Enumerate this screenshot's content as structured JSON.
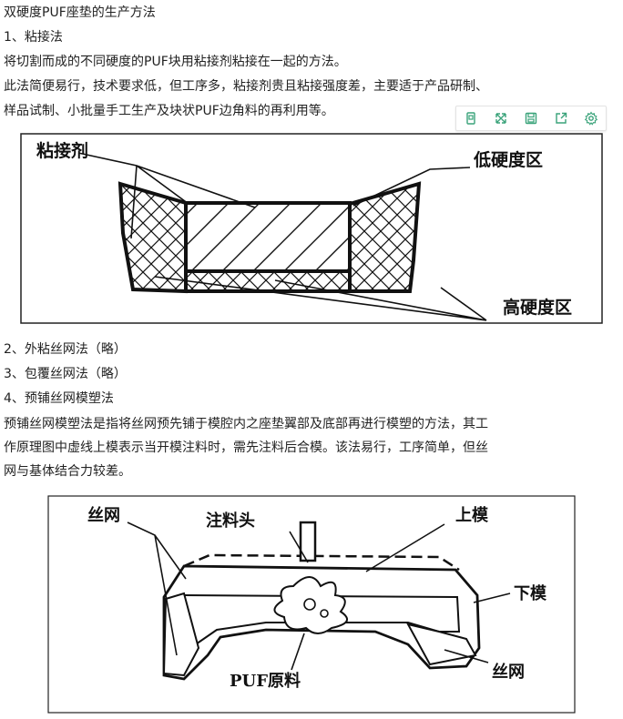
{
  "title": "双硬度PUF座垫的生产方法",
  "section1": {
    "heading": "1、粘接法",
    "line1": "将切割而成的不同硬度的PUF块用粘接剂粘接在一起的方法。",
    "line2": "此法简便易行，技术要求低，但工序多，粘接剂贵且粘接强度差，主要适于产品研制、",
    "line3": "样品试制、小批量手工生产及块状PUF边角料的再利用等。"
  },
  "figure1": {
    "label_adhesive": "粘接剂",
    "label_low": "低硬度区",
    "label_high": "高硬度区"
  },
  "section2": {
    "heading": "2、外粘丝网法（略）"
  },
  "section3": {
    "heading": "3、包覆丝网法（略）"
  },
  "section4": {
    "heading": "4、预铺丝网模塑法",
    "para_line1": "预铺丝网模塑法是指将丝网预先铺于模腔内之座垫翼部及底部再进行模塑的方法，其工",
    "para_line2": "作原理图中虚线上模表示当开模注料时，需先注料后合模。该法易行，工序简单，但丝",
    "para_line3": "网与基体结合力较差。"
  },
  "figure2": {
    "label_mesh_left": "丝网",
    "label_nozzle": "注料头",
    "label_upper": "上模",
    "label_lower": "下模",
    "label_mesh_right": "丝网",
    "label_puf": "PUF原料"
  },
  "toolbar": {
    "icons": [
      "copy-icon",
      "expand-icon",
      "save-icon",
      "share-icon",
      "settings-icon"
    ],
    "accent": "#3aa37a"
  }
}
